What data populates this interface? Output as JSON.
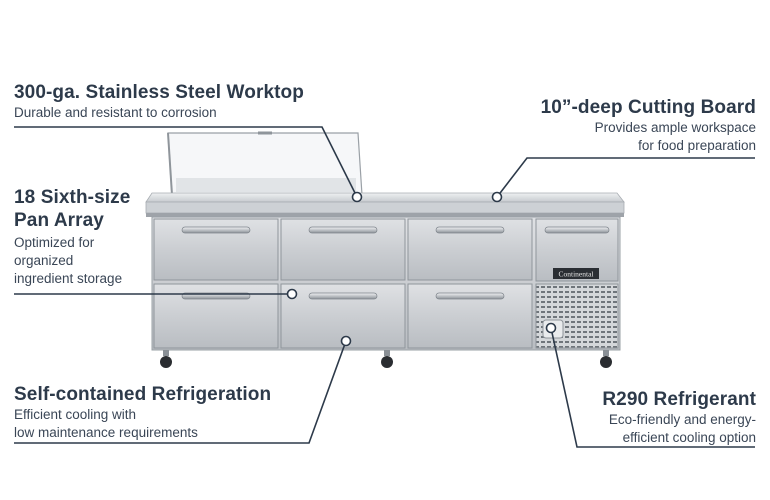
{
  "features": [
    {
      "id": "worktop",
      "title": "300-ga. Stainless Steel Worktop",
      "desc": [
        "Durable and resistant to corrosion"
      ]
    },
    {
      "id": "cutting",
      "title": "10”-deep Cutting Board",
      "desc": [
        "Provides ample workspace",
        "for food preparation"
      ]
    },
    {
      "id": "pan",
      "title": [
        "18 Sixth-size",
        "Pan Array"
      ],
      "desc": [
        "Optimized for",
        "organized",
        "ingredient storage"
      ]
    },
    {
      "id": "refrig",
      "title": "Self-contained Refrigeration",
      "desc": [
        "Efficient cooling with",
        "low maintenance requirements"
      ]
    },
    {
      "id": "r290",
      "title": "R290 Refrigerant",
      "desc": [
        "Eco-friendly and energy-",
        "efficient cooling option"
      ]
    }
  ],
  "brand_badge": "Continental",
  "colors": {
    "line": "#2d3a4a",
    "steel": "#c9ccd0",
    "steel_dark": "#9aa0a6",
    "text": "#2d3a4a"
  }
}
